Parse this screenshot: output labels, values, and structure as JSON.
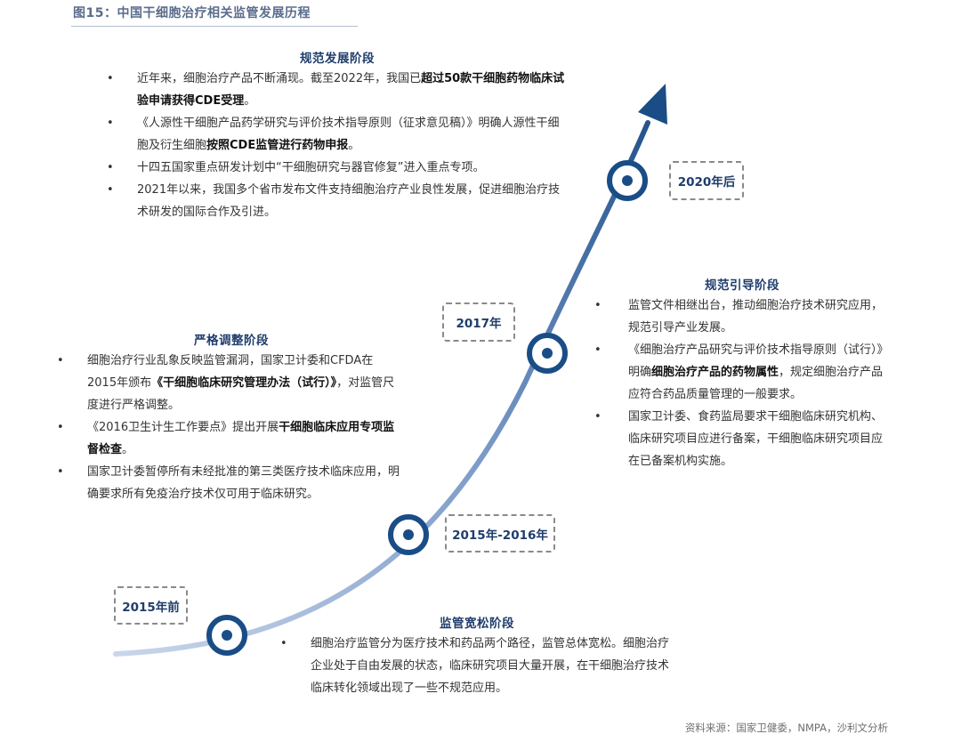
{
  "figure_title": "图15：中国干细胞治疗相关监管发展历程",
  "eras": {
    "e1": "2015年前",
    "e2": "2015年-2016年",
    "e3": "2017年",
    "e4": "2020年后"
  },
  "stages": {
    "regulate": {
      "title": "规范发展阶段",
      "items": [
        {
          "a": "近年来，细胞治疗产品不断涌现。截至2022年，我国已",
          "b": "超过50款干细胞药物临床试验申请获得CDE受理",
          "c": "。"
        },
        {
          "a": "《人源性干细胞产品药学研究与评价技术指导原则（征求意见稿）》明确人源性干细胞及衍生细胞",
          "b": "按照CDE监管进行药物申报",
          "c": "。"
        },
        {
          "a": "十四五国家重点研发计划中“干细胞研究与器官修复”进入重点专项。",
          "b": "",
          "c": ""
        },
        {
          "a": "2021年以来，我国多个省市发布文件支持细胞治疗产业良性发展，促进细胞治疗技术研发的国际合作及引进。",
          "b": "",
          "c": ""
        }
      ]
    },
    "guide": {
      "title": "规范引导阶段",
      "items": [
        {
          "a": "监管文件相继出台，推动细胞治疗技术研究应用，规范引导产业发展。",
          "b": "",
          "c": ""
        },
        {
          "a": "《细胞治疗产品研究与评价技术指导原则（试行）》明确",
          "b": "细胞治疗产品的药物属性",
          "c": "，规定细胞治疗产品应符合药品质量管理的一般要求。"
        },
        {
          "a": "国家卫计委、食药监局要求干细胞临床研究机构、临床研究项目应进行备案，干细胞临床研究项目应在已备案机构实施。",
          "b": "",
          "c": ""
        }
      ]
    },
    "strict": {
      "title": "严格调整阶段",
      "items": [
        {
          "a": "细胞治疗行业乱象反映监管漏洞，国家卫计委和CFDA在2015年颁布",
          "b": "《干细胞临床研究管理办法（试行）》",
          "c": "，对监管尺度进行严格调整。"
        },
        {
          "a": "《2016卫生计生工作要点》提出开展",
          "b": "干细胞临床应用专项监督检查",
          "c": "。"
        },
        {
          "a": "国家卫计委暂停所有未经批准的第三类医疗技术临床应用，明确要求所有免疫治疗技术仅可用于临床研究。",
          "b": "",
          "c": ""
        }
      ]
    },
    "loose": {
      "title": "监管宽松阶段",
      "items": [
        {
          "a": "细胞治疗监管分为医疗技术和药品两个路径，监管总体宽松。细胞治疗企业处于自由发展的状态，临床研究项目大量开展，在干细胞治疗技术临床转化领域出现了一些不规范应用。",
          "b": "",
          "c": ""
        }
      ]
    }
  },
  "source": "资料来源：国家卫健委，NMPA，沙利文分析",
  "colors": {
    "accent": "#1a4d86",
    "curve_start": "#c9d6ea",
    "curve_end": "#1a4d86"
  }
}
